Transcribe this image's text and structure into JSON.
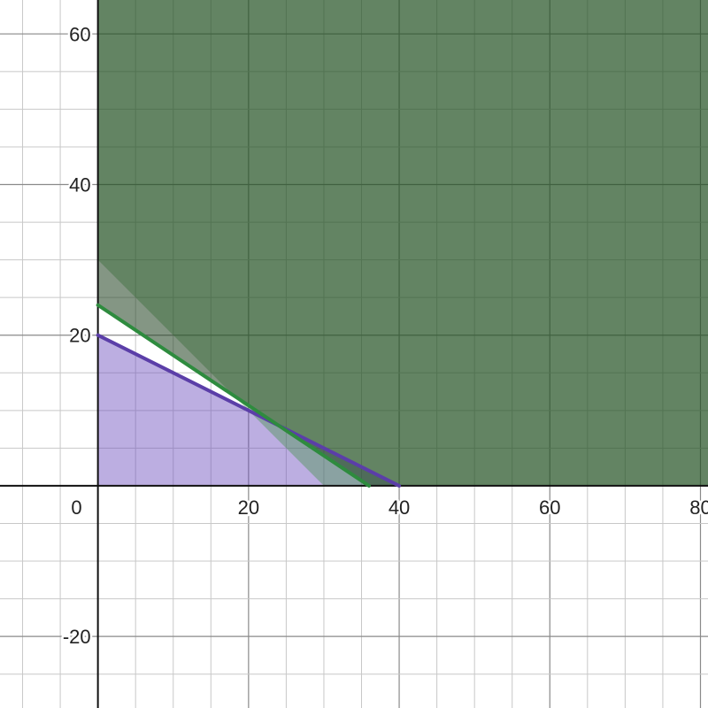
{
  "chart_data": {
    "type": "area",
    "title": "",
    "xlabel": "",
    "ylabel": "",
    "xlim": [
      -13,
      81
    ],
    "ylim": [
      -29.5,
      64.5
    ],
    "grid": true,
    "minor_grid_step": 5,
    "major_grid_step": 20,
    "x_ticks": [
      {
        "value": 0,
        "label": "0"
      },
      {
        "value": 20,
        "label": "20"
      },
      {
        "value": 40,
        "label": "40"
      },
      {
        "value": 60,
        "label": "60"
      },
      {
        "value": 80,
        "label": "80"
      }
    ],
    "y_ticks": [
      {
        "value": -20,
        "label": "-20"
      },
      {
        "value": 20,
        "label": "20"
      },
      {
        "value": 40,
        "label": "40"
      },
      {
        "value": 60,
        "label": "60"
      }
    ],
    "regions": [
      {
        "id": "purple-region",
        "color": "#6a4bbd",
        "opacity": 0.45,
        "points": [
          [
            0,
            0
          ],
          [
            40,
            0
          ],
          [
            0,
            20
          ]
        ]
      },
      {
        "id": "light-green-region",
        "color": "#2e8b2e",
        "opacity": 0.35,
        "points": [
          [
            0,
            30
          ],
          [
            30,
            0
          ],
          [
            81,
            0
          ],
          [
            81,
            64.5
          ],
          [
            0,
            64.5
          ]
        ]
      },
      {
        "id": "dark-green-region",
        "color": "#1f3f1f",
        "opacity": 0.55,
        "points": [
          [
            0,
            24
          ],
          [
            36,
            0
          ],
          [
            81,
            0
          ],
          [
            81,
            64.5
          ],
          [
            0,
            64.5
          ]
        ]
      }
    ],
    "series": [
      {
        "id": "purple-boundary",
        "color": "#5b3ea8",
        "points": [
          [
            0,
            20
          ],
          [
            40,
            0
          ]
        ]
      },
      {
        "id": "green-boundary",
        "color": "#2e8b3e",
        "points": [
          [
            0,
            24
          ],
          [
            36,
            0
          ]
        ]
      }
    ],
    "colors": {
      "minor_grid": "#c8c8c8",
      "major_grid": "#8a8a8a",
      "axis": "#111111"
    }
  }
}
